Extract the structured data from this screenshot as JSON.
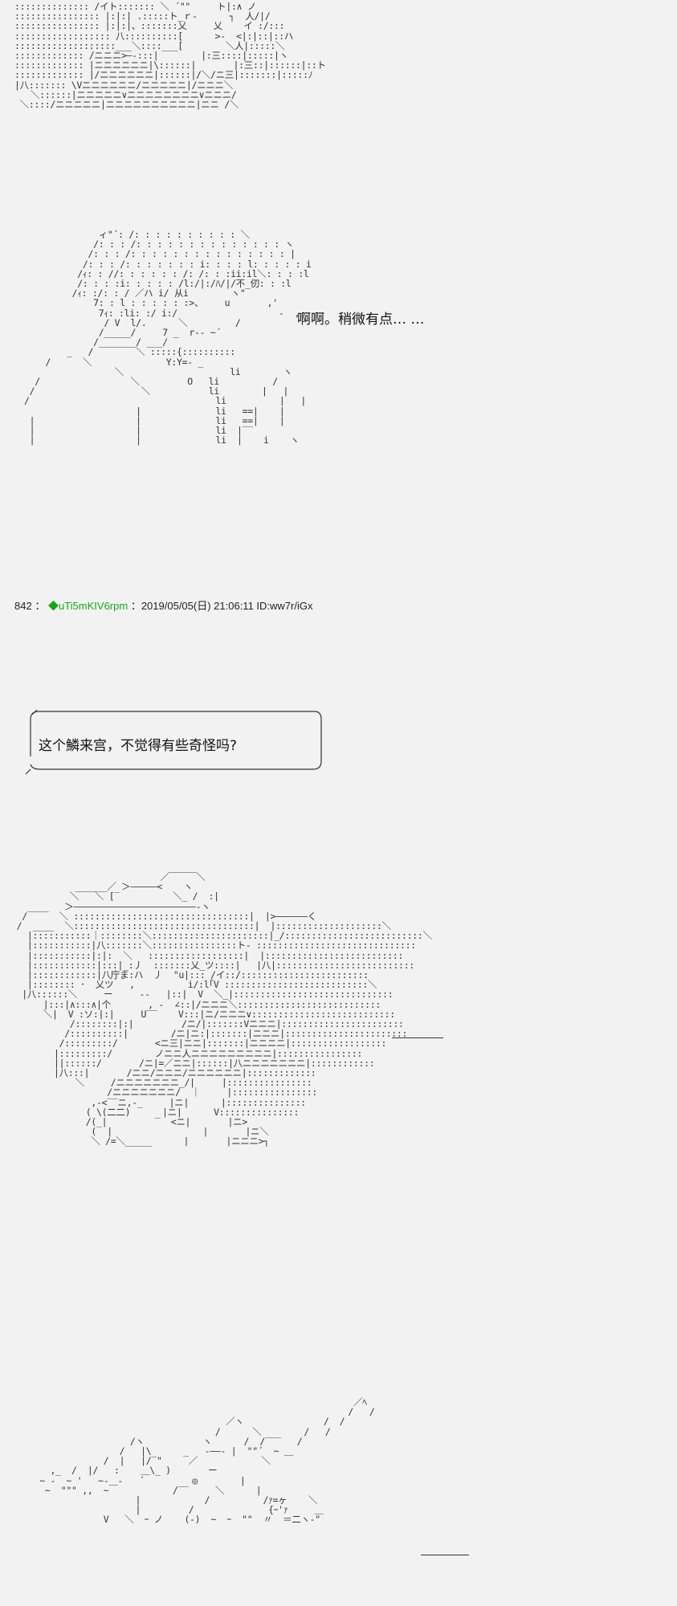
{
  "top_art": ":::::::::::::: /イト::::::: ＼ ´\"\"     ト|:∧ ノ\n:::::::::::::::: |:|:| .:::::ト_ｒ‐      ┐  人/|/\n:::::::::::::::: |:|:|、:::::::乂     乂    イ :/:::\n:::::::::::::::::: 八::::::::::[      >-  <|:|::|::ハ\n:::::::::::::::::::___＼::::___[        ＼人|:::::＼\n::::::::::::: /ニニニ>―-:::|        |:三::::|:::::|ヽ\n::::::::::::: |ニニニニニニ|\\::::::|       |:三::|::::::|::ト\n::::::::::::: |/ニニニニニニ|::::::|/＼/ニ三|:::::::|:::::ﾉ\n|八::::::: \\Vニニニニニニ/ニニニニニ|/ニニニ＼\n   ＼::::::|ニニニニニ∨ニニニニニニニニ∨ニニニ/\n ＼::::/ニニニニニ|ニニニニニニニニニニ|ニニ /＼",
  "speech_top": "啊啊。稍微有点…   …",
  "girl_art": "              ィ\"´: /: : : : : : : : : : ＼\n             /: : : /: : : : : : : : : : : : : : ヽ\n            /: : : /: : : : : : : : : : : : : : : |\n           /: : : /: : : : : : : i: : : : l: : : : : i\n          /ｨ: : //: : : : : : /: /: : :ii:il＼: : : :l\n          /: : : :i: : : : : /l:/|:/ﾊ/|/不_仞: : :l\n         /ｨ: :/: : / ／ハ i/ 从i        ヽ\"\n             7: : l : : : : : :>、    u       ,'\n              7ｨ: :li: :/ i:/                   -  ,\n               / V  l/.      ＼         /\n              /_____/     7 _  r-- ~´\n             /_______/ ___/\n        _   /        ＼ :::::{::::::::::\n    /      ＼              Y:Y=- _\n                 ＼                    li        ヽ\n  /                 ＼         O   li          /\n /                    ＼           li        |   |\n/                                   li          |   |\n                     |              li   ==|    |\n |                   |              li   ==|    |\n |                   |              li  |‾‾\n |                   |              li  |    i    ヽ",
  "post": {
    "number": "842",
    "separator": "：",
    "diamond": "◆",
    "trip": "uTi5mKIV6rpm",
    "datetime": "：2019/05/05(日) 21:06:11 ID:ww7r/iGx"
  },
  "bubble_text": "这个鱗来宫，不觉得有些奇怪吗?",
  "big_art": "                            ／￣￣￣＼\n            ______／ ＞―――――<    ヽ\n           ＼   ＼ [‾          ＼_ /  :|\n   ____   ＞―――――――――――――――――――――――‐ヽ\n  /      ＼ :::::::::::::::::::::::::::::::::|  |>――――――く\n /  ____  ＼::::::::::::::::::::::::::::::::::|  |::::::::::::::::::::＼\n   |:::::::::::｜::::::::＼::::::::::::::::::::::|_/::::::::::::::::::::::::::＼\n   |:::::::::::|八:::::::＼::::::::::::::::ト‐ ::::::::::::::::::::::::::::::\n   |:::::::::::|:|:  ＼   ::::::::::::::::::|  |::::::::::::::::::::::::::\n   |::::::::::::|:::|_:丿  :::::::乂_ツ::::|   |八|::::::::::::::::::::::::::\n   |::::::::::::|八庁ま:ハ  丿  \"u|::: /イ::/::::::::::::::::::::::::\n   |:::::::: ･  乂ツ   ,          i/:l｢V :::::::::::::::::::::::::::＼\n  |八::::::＼     ー     ‐‐   |::|  V  ＼_|::::::::::::::::::::::::::::::\n      |:::|∧:::∧|个       , ‐  ∠::|/ニニニ＼:::::::::::::::::::::::::::\n      ＼|  V :ソ:|:|     U‾‾    V:::|ニ/ニニニ∨:::::::::::::::::::::::::::\n           /::::::::|:|         /ニ/|:::::::Vニニニ|:::::::::::::::::::::::\n          /::::::::::|        /ニ|ニ:|:::::::|ニニニ|:::::::::::::::::::::::\n         /:::::::::/       <ニ三|ニニ|:::::::|ニニニニ|::::::::::::::::::\n        |:::::::::/        ノニニ人ニニニニニニニニニ|::::::::::::::::\n        ||::::::/       /ニ|=／ニニ|::::::|八ニニニニニニニ|::::::::::::\n        |八:::|       /ニニ/ニニニ/ニニニニニニ|:::::::::::::\n            ＼     /ニニニニニニニ_/|     |::::::::::::::::\n                  /ニニニニニニニ/  ｜     |::::::::::::::::\n               ,-<‾‾ニ,-_     |ニ|      |:::::::::::::::\n              ( \\(二二)      |ニ|      V:::::::::::::::\n              /(_|         ‾  <ニ|       |ニ>\n               (  |                 |       |ニ＼\n               ＼ /=＼_____      |       |ニニニ>┐",
  "bottom_art": "                                                             ／ﾍ\n                                                            /   /\n                                     ／ヽ               /  /\n                                   /      ＼        /   /\n                   /ヽ           ヽ      /  /‾‾‾   /\n                 /   |\\      _   ‐――- |  \"\"´  ~ ＿\n              /  |   |/‾\"     ／            ＼\n    ,_  /  |/   :    ＿\\_ )       ー\n  ~ -  ~ '   ~-＿‐   ´         ◎        |\n   ~  \"\"\" ,,  ~            /‾‾     ＼      |\n                    |            /          /ｧ=ヶ    ＼\n                    |         /              {ｰ'ｧ     ＿\n              V   ＼  ｰ ノ    (-)  ~  ｰ  \"\"  〃  ＝二ヽ‐\"",
  "right_lines": [
    "――――――",
    "―――――"
  ]
}
